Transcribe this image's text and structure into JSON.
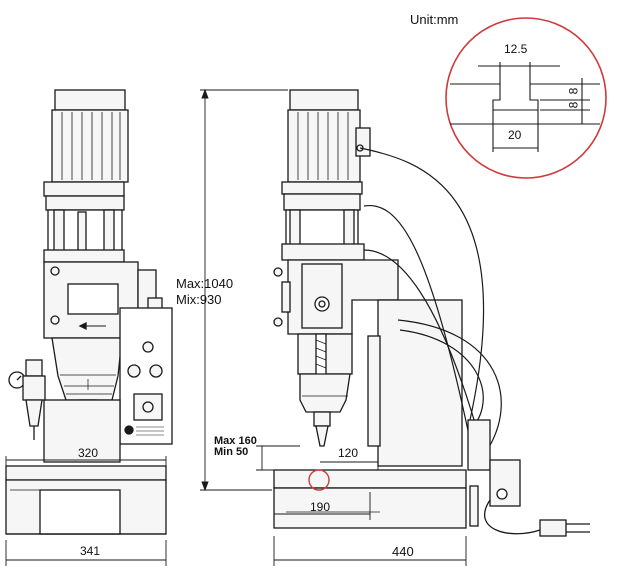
{
  "unit_label": "Unit:mm",
  "detail": {
    "top_width": "12.5",
    "depth_1": "8",
    "depth_2": "8",
    "bottom_width": "20"
  },
  "stroke_range": {
    "max": "Max:1040",
    "min": "Mix:930"
  },
  "front_view": {
    "column_width": "320",
    "base_width": "341"
  },
  "side_view": {
    "max_travel": "Max 160",
    "min_travel": "Min 50",
    "slot_offset": "120",
    "slot_distance": "190",
    "base_depth": "440"
  },
  "colors": {
    "ink": "#1a1a1a",
    "callout": "#d03a3a",
    "body_fill": "#f4f4f4"
  }
}
